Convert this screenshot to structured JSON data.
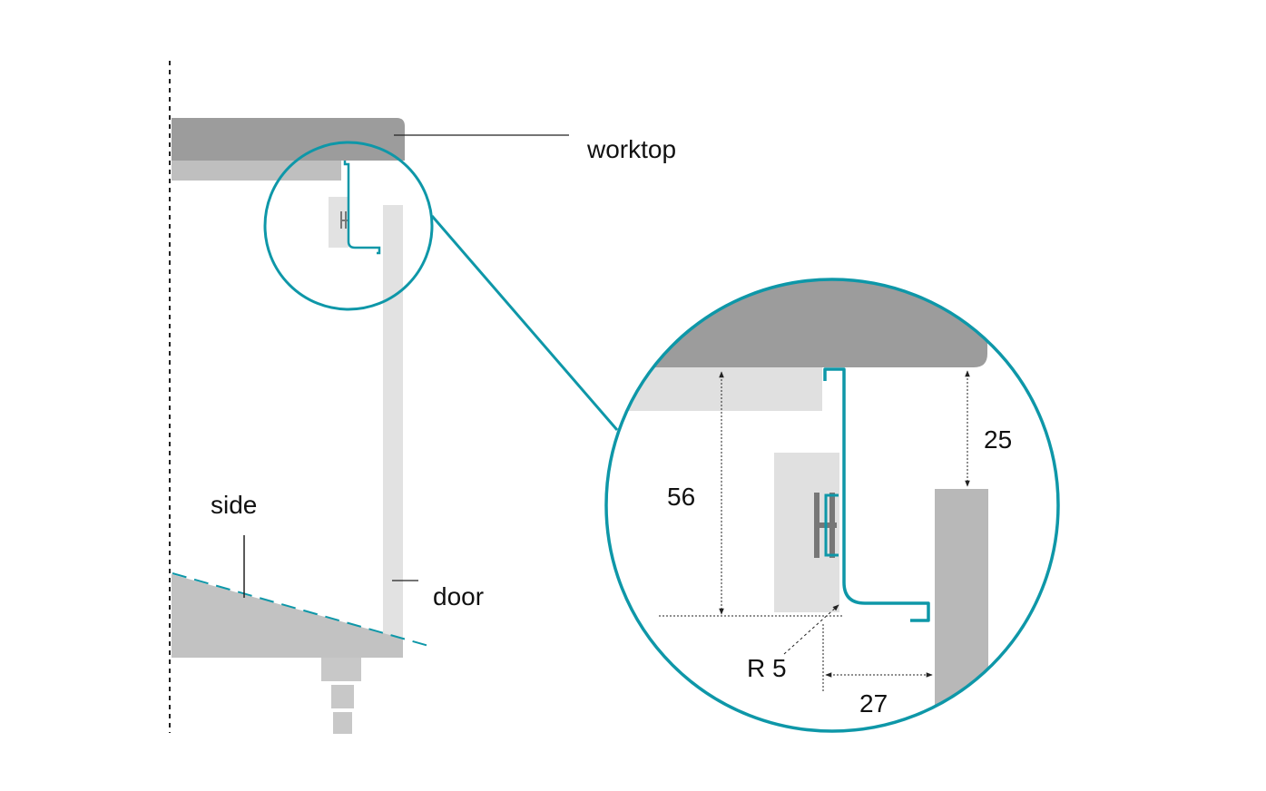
{
  "labels": {
    "worktop": "worktop",
    "side": "side",
    "door": "door"
  },
  "dimensions": {
    "depth": "56",
    "gap_top": "25",
    "radius": "R 5",
    "offset": "27"
  },
  "colors": {
    "profile": "#0e97a8",
    "worktop": "#9c9c9c",
    "door": "#b8b8b8",
    "light_panel": "#e2e2e2",
    "dimension_line": "#222222"
  }
}
